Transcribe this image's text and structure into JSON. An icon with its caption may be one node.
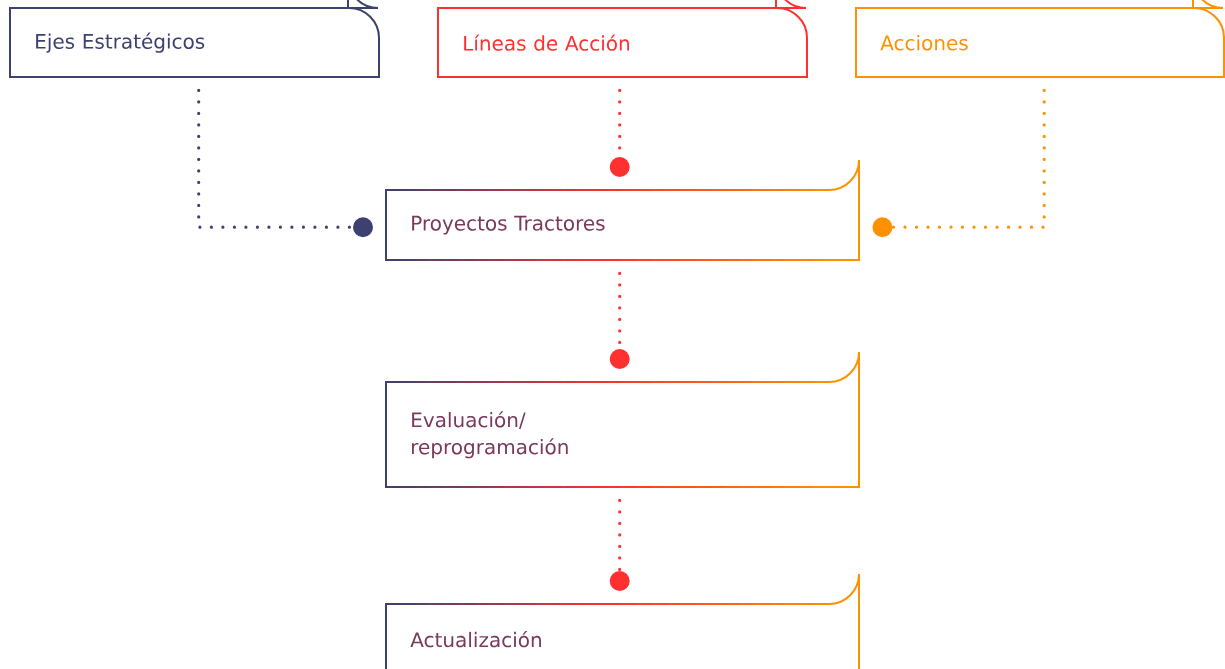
{
  "diagram": {
    "nodes": [
      {
        "text": [
          "Ejes Estratégicos"
        ]
      },
      {
        "text": [
          "Líneas de Acción"
        ]
      },
      {
        "text": [
          "Acciones"
        ]
      },
      {
        "text": [
          "Proyectos Tractores"
        ]
      },
      {
        "text": [
          "Evaluación/ reprogramación"
        ]
      },
      {
        "text": [
          "Actualización"
        ]
      }
    ],
    "edges": [
      {
        "from": 0,
        "to": 3,
        "arrow": "other",
        "color": "#3d4170"
      },
      {
        "from": 1,
        "to": 3,
        "arrow": "other"
      },
      {
        "from": 2,
        "to": 3,
        "arrow": "other",
        "color": "#ff9000"
      },
      {
        "from": 3,
        "to": 4,
        "arrow": "other"
      },
      {
        "from": 4,
        "to": 5,
        "arrow": "other"
      }
    ]
  }
}
